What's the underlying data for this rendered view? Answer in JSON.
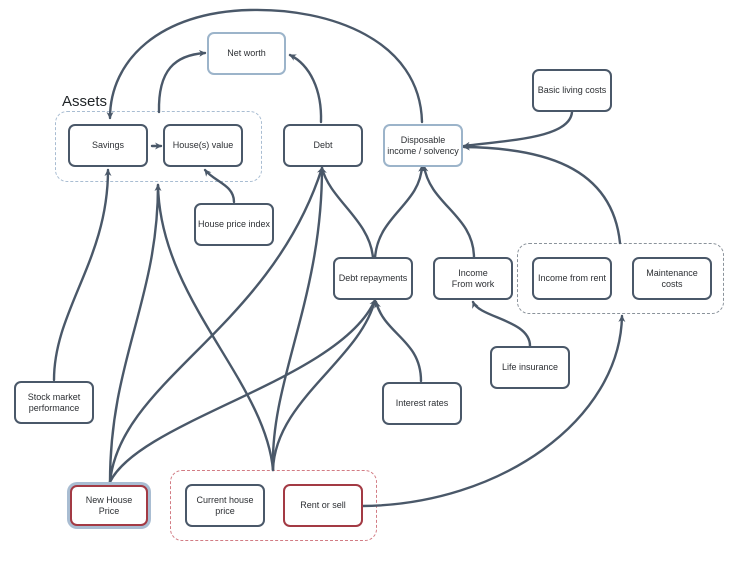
{
  "diagram": {
    "colors": {
      "edge": "#4a5869",
      "node_border": "#4a5869",
      "highlight_blue": "#9cb4ca",
      "highlight_red": "#a33a44"
    },
    "groups": {
      "assets": {
        "label": "Assets"
      },
      "rent_group": {
        "label": ""
      },
      "decision_group": {
        "label": ""
      }
    },
    "nodes": {
      "net_worth": "Net worth",
      "savings": "Savings",
      "house_value": "House(s)  value",
      "debt": "Debt",
      "disposable_income": "Disposable\nincome / solvency",
      "basic_living_costs": "Basic living costs",
      "house_price_index": "House price index",
      "debt_repayments": "Debt repayments",
      "income_from_work": "Income\nFrom work",
      "income_from_rent": "Income from rent",
      "maintenance_costs": "Maintenance\ncosts",
      "life_insurance": "Life insurance",
      "interest_rates": "Interest rates",
      "stock_market": "Stock market\nperformance",
      "new_house_price": "New House\nPrice",
      "current_house_price": "Current house\nprice",
      "rent_or_sell": "Rent or sell"
    }
  }
}
